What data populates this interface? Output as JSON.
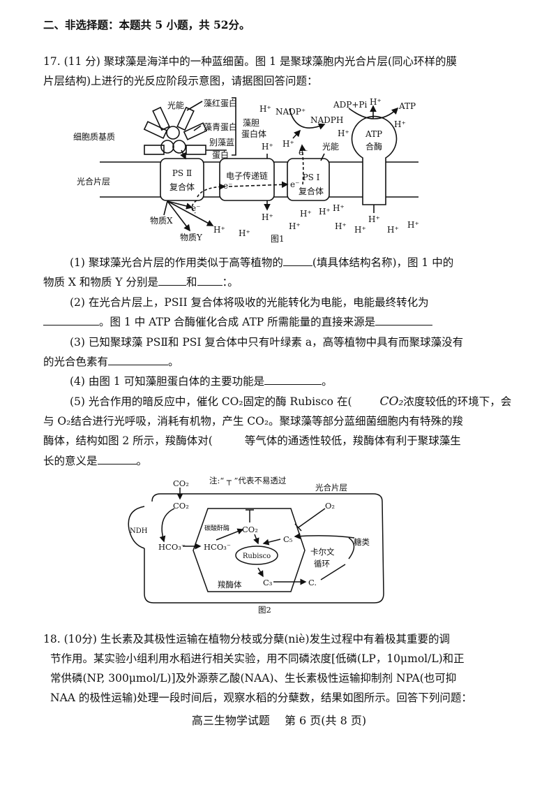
{
  "section_title": "二、非选择题：本题共 5 小题，共 52分。",
  "q17": {
    "line1": "17. (11 分) 聚球藻是海洋中的一种蓝细菌。图 1 是聚球藻胞内光合片层(同心环样的膜",
    "line2": "片层结构)上进行的光反应阶段示意图，请据图回答问题：",
    "p1_a": "(1) 聚球藻光合片层的作用类似于高等植物的",
    "p1_b": "(填具体结构名称)，图 1 中的",
    "p1_c": "物质 X 和物质 Y 分别是",
    "p1_d": "和",
    "p1_e": "：。",
    "p2_a": "(2) 在光合片层上，PSII 复合体将吸收的光能转化为电能，电能最终转化为",
    "p2_b": "。图 1 中 ATP 合酶催化合成 ATP 所需能量的直接来源是",
    "p3_a": "(3) 已知聚球藻 PSⅡ和 PSI 复合体中只有叶绿素 a，高等植物中具有而聚球藻没有",
    "p3_b": "的光合色素有",
    "p3_c": "。",
    "p4_a": "(4) 由图 1 可知藻胆蛋白体的主要功能是",
    "p4_b": "。",
    "p5_a": "(5) 光合作用的暗反应中，催化 CO₂固定的酶 Rubisco 在(",
    "p5_co2": "CO₂",
    "p5_b": "浓度较低的环境下，会",
    "p5_c": "与 O₂结合进行光呼吸，消耗有机物，产生 CO₂。聚球藻等部分蓝细菌细胞内有特殊的羧",
    "p5_d": "酶体，结构如图 2 所示，羧酶体对(",
    "p5_e": "等气体的通透性较低，羧酶体有利于聚球藻生",
    "p5_f": "长的意义是",
    "p5_g": "。"
  },
  "figure1": {
    "caption": "图1",
    "cytoplasm": "细胞质基质",
    "lamella": "光合片层",
    "light_energy": "光能",
    "phycoerythrin": "藻红蛋白",
    "phycocyanin": "藻青蛋白",
    "allophycocyanin_1": "别藻蓝",
    "allophycocyanin_2": "蛋白",
    "phycobilisome_1": "藻胆",
    "phycobilisome_2": "蛋白体",
    "psii_1": "PS Ⅱ",
    "psii_2": "复合体",
    "etc": "电子传递链",
    "psi_1": "PS Ⅰ",
    "psi_2": "复合体",
    "atp_synthase_1": "ATP",
    "atp_synthase_2": "合酶",
    "nadp": "NADP⁺",
    "nadph": "NADPH",
    "adp_pi": "ADP+Pi",
    "atp": "ATP",
    "h": "H⁺",
    "electron": "e⁻",
    "substance_x": "物质X",
    "substance_y": "物质Y",
    "light_energy_2": "光能"
  },
  "figure2": {
    "caption": "图2",
    "note": "注:“ ┬ ”代表不易透过",
    "lamella": "光合片层",
    "co2": "CO₂",
    "hco3": "HCO₃⁻",
    "ndh": "NDH",
    "carbonic_anhydrase": "碳酸酐酶",
    "rubisco": "Rubisco",
    "c5": "C₅",
    "c3": "C₃",
    "c_dot": "C.",
    "o2": "O₂",
    "calvin_1": "卡尔文",
    "calvin_2": "循环",
    "sugar": "糖类",
    "carboxysome": "羧酶体"
  },
  "q18": {
    "line1": "18. (10分) 生长素及其极性运输在植物分枝或分蘖(niè)发生过程中有着极其重要的调",
    "line2": "节作用。某实验小组利用水稻进行相关实验，用不同磷浓度[低磷(LP，10μmol/L)和正",
    "line3": "常供磷(NP, 300μmol/L)]及外源萘乙酸(NAA)、生长素极性运输抑制剂 NPA(也可抑",
    "line4": "NAA 的极性运输)处理一段时间后，观察水稻的分蘖数，结果如图所示。回答下列问题："
  },
  "footer": "高三生物学试题　 第 6 页(共 8 页)"
}
